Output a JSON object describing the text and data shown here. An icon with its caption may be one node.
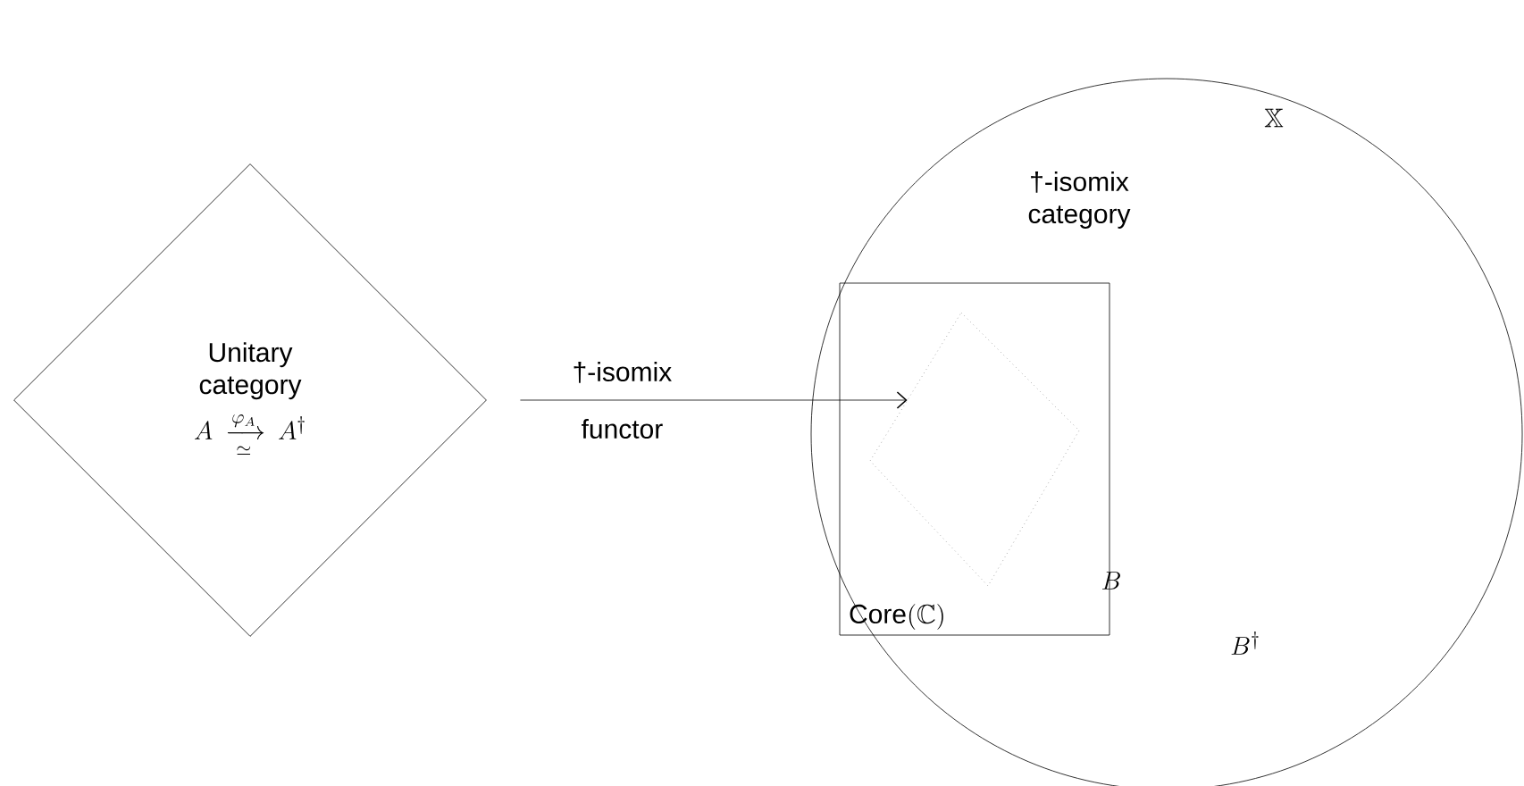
{
  "diagram": {
    "nodes": [
      {
        "text": [
          "Unitary category",
          "A \\xrightarrow[\\simeq]{\\varphi_A} A^{\\dagger}"
        ]
      },
      {
        "text": [
          "†-isomix category"
        ]
      },
      {
        "text": [
          "\\text{Core}(\\mathbb{C})"
        ],
        "in": 1
      },
      {
        "text": [],
        "shape": "diamond",
        "in": 2
      }
    ],
    "edges": [
      {
        "from": 0,
        "to": 3,
        "arrow": "to",
        "label": "†-isomix functor"
      }
    ],
    "labels": [
      "\\mathbb{X}",
      "B",
      "B^{\\dagger}"
    ]
  }
}
